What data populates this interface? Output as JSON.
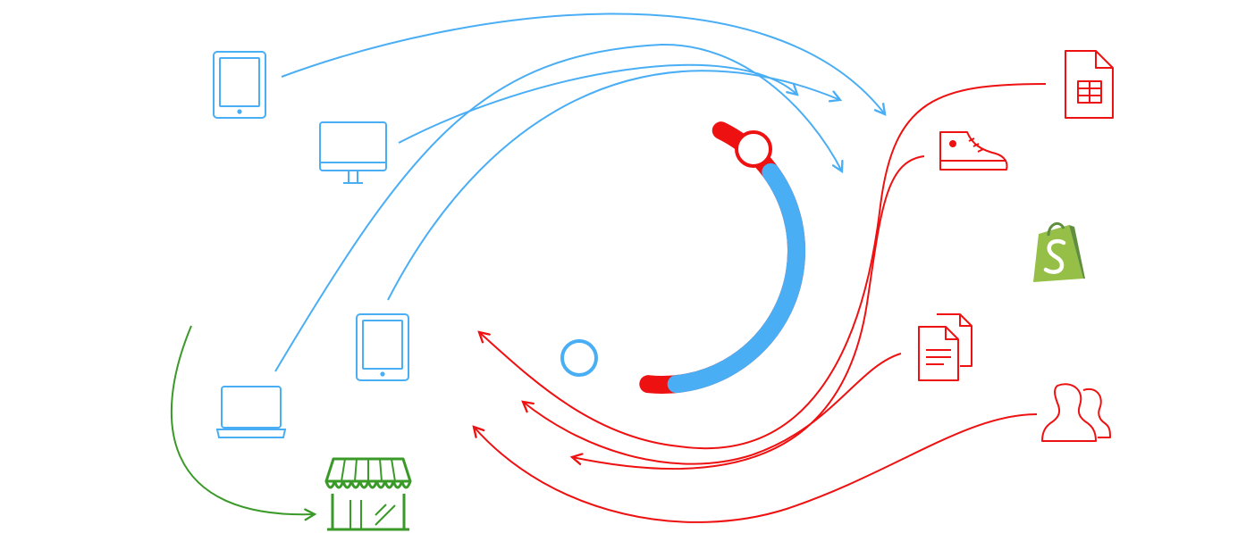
{
  "colors": {
    "device_blue": "#4AAEF5",
    "source_red": "#EE1111",
    "store_green": "#3A9A28",
    "shopify_green": "#95BF47",
    "shopify_dark": "#5E8E3E",
    "white": "#FFFFFF"
  },
  "devices": {
    "left": [
      {
        "id": "tablet-top",
        "icon": "tablet-icon"
      },
      {
        "id": "desktop",
        "icon": "monitor-icon"
      },
      {
        "id": "tablet-bottom",
        "icon": "tablet-icon"
      },
      {
        "id": "laptop",
        "icon": "laptop-icon"
      }
    ],
    "store": {
      "icon": "storefront-icon"
    }
  },
  "sources": {
    "right": [
      {
        "id": "spreadsheet",
        "icon": "spreadsheet-icon"
      },
      {
        "id": "sneaker",
        "icon": "sneaker-icon"
      },
      {
        "id": "shopify",
        "icon": "shopify-bag-icon"
      },
      {
        "id": "documents",
        "icon": "documents-icon"
      },
      {
        "id": "users",
        "icon": "users-icon"
      }
    ]
  },
  "cycle": {
    "segments": [
      "red-arc",
      "blue-arc"
    ]
  }
}
